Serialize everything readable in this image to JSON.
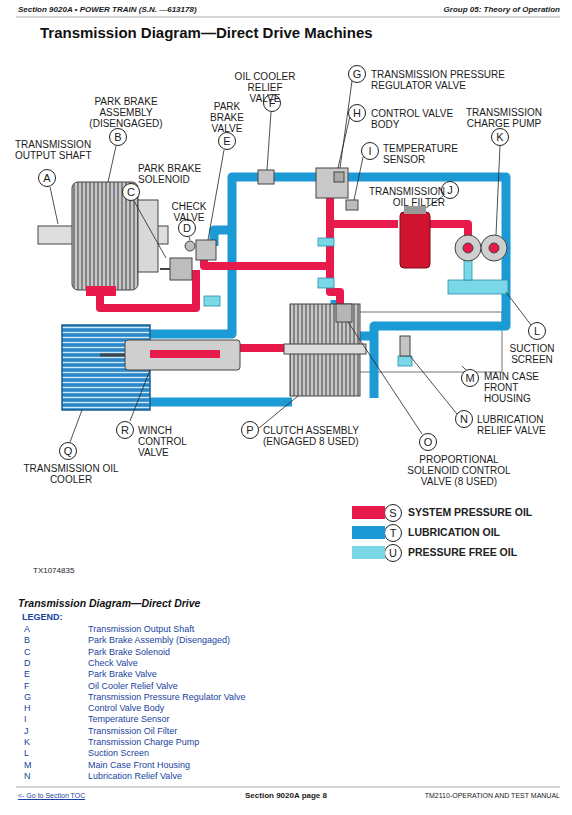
{
  "diagram": {
    "title": "Transmission Diagram—Direct Drive Machines",
    "caption": "Transmission Diagram—Direct Drive",
    "nodes": [
      {
        "text": [
          "A",
          "TRANSMISSION OUTPUT SHAFT"
        ]
      },
      {
        "text": [
          "B",
          "PARK BRAKE ASSEMBLY (DISENGAGED)"
        ]
      },
      {
        "text": [
          "C",
          "PARK BRAKE SOLENOID"
        ]
      },
      {
        "text": [
          "D",
          "CHECK VALVE"
        ]
      },
      {
        "text": [
          "E",
          "PARK BRAKE VALVE"
        ]
      },
      {
        "text": [
          "F",
          "OIL COOLER RELIEF VALVE"
        ]
      },
      {
        "text": [
          "G",
          "TRANSMISSION PRESSURE REGULATOR VALVE"
        ]
      },
      {
        "text": [
          "H",
          "CONTROL VALVE BODY"
        ]
      },
      {
        "text": [
          "I",
          "TEMPERATURE SENSOR"
        ]
      },
      {
        "text": [
          "J",
          "TRANSMISSION OIL FILTER"
        ]
      },
      {
        "text": [
          "K",
          "TRANSMISSION CHARGE PUMP"
        ]
      },
      {
        "text": [
          "L",
          "SUCTION SCREEN"
        ]
      },
      {
        "text": [
          "M",
          "MAIN CASE FRONT HOUSING"
        ]
      },
      {
        "text": [
          "N",
          "LUBRICATION RELIEF VALVE"
        ]
      },
      {
        "text": [
          "O",
          "PROPORTIONAL SOLENOID CONTROL VALVE (8 USED)"
        ]
      },
      {
        "text": [
          "P",
          "CLUTCH ASSEMBLY (ENGAGED 8 USED)"
        ]
      },
      {
        "text": [
          "Q",
          "TRANSMISSION OIL COOLER"
        ]
      },
      {
        "text": [
          "R",
          "WINCH CONTROL VALVE"
        ]
      },
      {
        "text": [
          "S"
        ]
      },
      {
        "text": [
          "T"
        ]
      },
      {
        "text": [
          "U"
        ]
      }
    ],
    "labels": [
      "Section 9020A • POWER TRAIN (S.N. —613178)",
      "Group 05: Theory of Operation",
      "TX1074835",
      "LEGEND:",
      "A",
      "Transmission Output Shaft",
      "B",
      "Park Brake Assembly (Disengaged)",
      "C",
      "Park Brake Solenoid",
      "D",
      "Check Valve",
      "E",
      "Park Brake Valve",
      "F",
      "Oil Cooler Relief Valve",
      "G",
      "Transmission Pressure Regulator Valve",
      "H",
      "Control Valve Body",
      "I",
      "Temperature Sensor",
      "J",
      "Transmission Oil Filter",
      "K",
      "Transmission Charge Pump",
      "L",
      "Suction Screen",
      "M",
      "Main Case Front Housing",
      "N",
      "Lubrication Relief Valve",
      "<- Go to Section TOC",
      "Section 9020A page 8",
      "TM2110-OPERATION AND TEST MANUAL"
    ],
    "legend": [
      {
        "text": "SYSTEM PRESSURE OIL",
        "color": "#e8194b"
      },
      {
        "text": "LUBRICATION OIL",
        "color": "#1c9ad6"
      },
      {
        "text": "PRESSURE FREE OIL",
        "color": "#7ad7e6"
      }
    ]
  }
}
